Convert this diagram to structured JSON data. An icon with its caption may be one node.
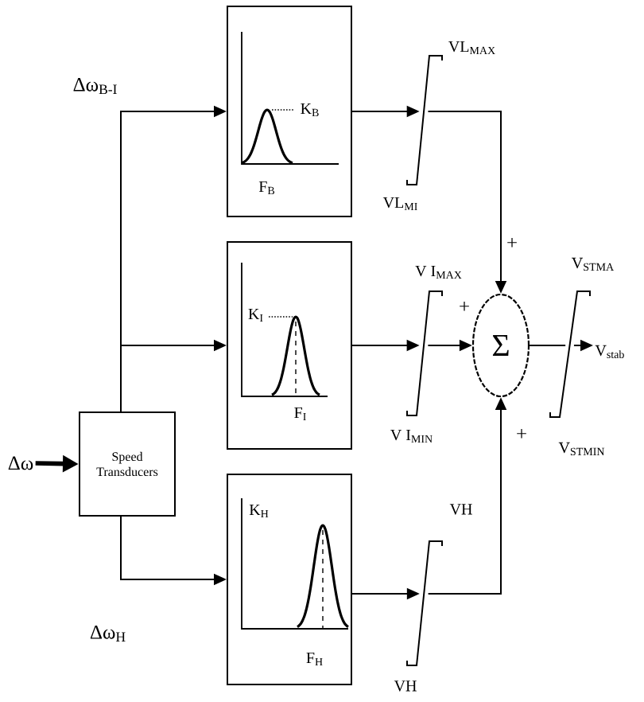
{
  "diagram": {
    "nodes": [
      {
        "text": [
          "Δω"
        ]
      },
      {
        "text": [
          "Speed Transducers"
        ]
      },
      {
        "text": [
          "K$_{B}$",
          "F$_{B}$"
        ]
      },
      {
        "text": [
          "K$_{I}$",
          "F$_{I}$"
        ]
      },
      {
        "text": [
          "K$_{H}$",
          "F$_{H}$"
        ]
      },
      {
        "text": [],
        "shape": "limiter",
        "beside": [
          "VL$_{MAX}$",
          "VL$_{MI}$"
        ]
      },
      {
        "text": [],
        "shape": "limiter",
        "beside": [
          "V I$_{MAX}$",
          "V I$_{MIN}$"
        ]
      },
      {
        "text": [],
        "shape": "limiter",
        "beside": [
          "VH",
          "VH"
        ]
      },
      {
        "text": [
          "Σ"
        ]
      },
      {
        "text": [],
        "shape": "limiter",
        "beside": [
          "V$_{STMA}$",
          "V$_{STMIN}$"
        ]
      },
      {
        "text": [
          "V$_{stab}$"
        ]
      }
    ],
    "edges": [
      {
        "from": 0,
        "to": 1,
        "arrow": "to",
        "style": "thick"
      },
      {
        "from": 1,
        "to": 2,
        "arrow": "to"
      },
      {
        "from": 1,
        "to": 3,
        "arrow": "to"
      },
      {
        "from": 1,
        "to": 4,
        "arrow": "to"
      },
      {
        "from": 2,
        "to": 5,
        "arrow": "to"
      },
      {
        "from": 3,
        "to": 6,
        "arrow": "to"
      },
      {
        "from": 4,
        "to": 7,
        "arrow": "to"
      },
      {
        "from": 5,
        "to": 8,
        "arrow": "to"
      },
      {
        "from": 6,
        "to": 8,
        "arrow": "to"
      },
      {
        "from": 7,
        "to": 8,
        "arrow": "to"
      },
      {
        "from": 8,
        "to": 9,
        "arrow": "none"
      },
      {
        "from": 9,
        "to": 10,
        "arrow": "to"
      }
    ],
    "labels": [
      "Δω$_{B-I}$",
      "+",
      "+",
      "+",
      "Δω$_{H}$"
    ]
  }
}
